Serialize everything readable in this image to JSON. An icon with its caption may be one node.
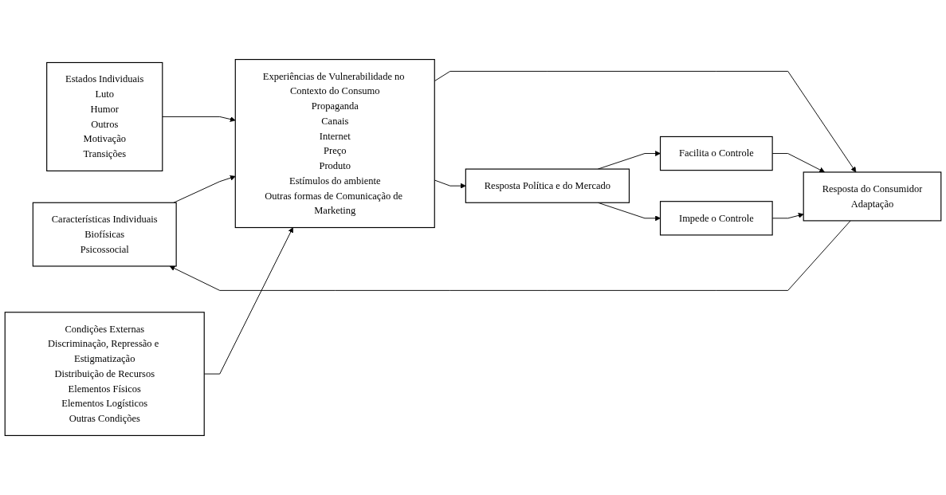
{
  "diagram": {
    "nodes": [
      {
        "text": [
          "Características Individuais",
          "Biofísicas",
          "Psicossocial"
        ]
      },
      {
        "text": [
          "Estados Individuais",
          "Luto",
          "Humor",
          "Outros",
          "Motivação",
          "Transições"
        ]
      },
      {
        "text": [
          "Condições Externas",
          "Discriminação, Repressão e Estigmatização",
          "Distribuição de Recursos",
          "Elementos Físicos",
          "Elementos Logísticos",
          "Outras Condições"
        ]
      },
      {
        "text": [
          "Experiências de Vulnerabilidade no Contexto do Consumo",
          "Propaganda",
          "Canais",
          "Internet",
          "Preço",
          "Produto",
          "Estímulos do ambiente",
          "Outras formas de Comunicação de Marketing"
        ]
      },
      {
        "text": [
          "Resposta do Consumidor",
          "Adaptação"
        ]
      },
      {
        "text": [
          "Resposta Política e do Mercado"
        ]
      },
      {
        "text": [
          "Facilita o Controle"
        ]
      },
      {
        "text": [
          "Impede o Controle"
        ]
      }
    ],
    "edges": [
      {
        "from": 0,
        "to": 3,
        "arrow": "to"
      },
      {
        "from": 1,
        "to": 3,
        "arrow": "to"
      },
      {
        "from": 2,
        "to": 3,
        "arrow": "to"
      },
      {
        "from": 3,
        "to": 4,
        "arrow": "to"
      },
      {
        "from": 3,
        "to": 5,
        "arrow": "to"
      },
      {
        "from": 5,
        "to": 6,
        "arrow": "to"
      },
      {
        "from": 5,
        "to": 7,
        "arrow": "to"
      },
      {
        "from": 4,
        "to": 0,
        "arrow": "to"
      },
      {
        "from": 6,
        "to": 4,
        "arrow": "to"
      },
      {
        "from": 7,
        "to": 4,
        "arrow": "to"
      }
    ]
  }
}
